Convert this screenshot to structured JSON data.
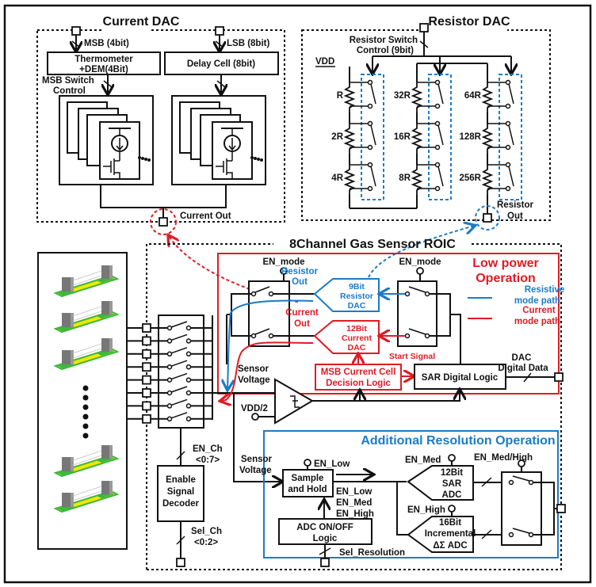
{
  "current_dac": {
    "title": "Current DAC",
    "msb_label": "MSB (4bit)",
    "lsb_label": "LSB (8bit)",
    "thermometer_line1": "Thermometer",
    "thermometer_line2": "+DEM(4Bit)",
    "delay_cell": "Delay Cell (8bit)",
    "msb_switch_line1": "MSB Switch",
    "msb_switch_line2": "Control",
    "output_label": "Current Out"
  },
  "resistor_dac": {
    "title": "Resistor DAC",
    "control_line1": "Resistor Switch",
    "control_line2": "Control (9bit)",
    "vdd": "VDD",
    "resistors": [
      "R",
      "2R",
      "4R",
      "32R",
      "16R",
      "8R",
      "64R",
      "128R",
      "256R"
    ],
    "output_line1": "Resistor",
    "output_line2": "Out"
  },
  "roic": {
    "title": "8Channel Gas Sensor ROIC",
    "low_power": {
      "title_line1": "Low power",
      "title_line2": "Operation",
      "en_mode_left": "EN_mode",
      "en_mode_right": "EN_mode",
      "resistor_out_line1": "Resistor",
      "resistor_out_line2": "Out",
      "current_out_line1": "Current",
      "current_out_line2": "Out",
      "resistor_dac_line1": "9Bit",
      "resistor_dac_line2": "Resistor",
      "resistor_dac_line3": "DAC",
      "current_dac_line1": "12Bit",
      "current_dac_line2": "Current",
      "current_dac_line3": "DAC",
      "legend_resistive_line1": "Resistive",
      "legend_resistive_line2": "mode path",
      "legend_current_line1": "Current",
      "legend_current_line2": "mode path",
      "start_signal": "Start Signal",
      "msb_decision_line1": "MSB Current Cell",
      "msb_decision_line2": "Decision Logic",
      "sar_logic": "SAR Digital Logic",
      "dac_data_line1": "DAC",
      "dac_data_line2": "Digital Data",
      "sensor_voltage_line1": "Sensor",
      "sensor_voltage_line2": "Voltage",
      "vdd_half": "VDD/2"
    },
    "additional": {
      "title": "Additional Resolution Operation",
      "sensor_voltage_line1": "Sensor",
      "sensor_voltage_line2": "Voltage",
      "en_low": "EN_Low",
      "sample_hold_line1": "Sample",
      "sample_hold_line2": "and Hold",
      "en_list": [
        "EN_Low",
        "EN_Med",
        "EN_High"
      ],
      "adc_logic_line1": "ADC ON/OFF",
      "adc_logic_line2": "Logic",
      "sel_resolution": "Sel_Resolution",
      "en_med": "EN_Med",
      "en_high": "EN_High",
      "en_med_high": "EN_Med/High",
      "sar_adc_line1": "12Bit",
      "sar_adc_line2": "SAR",
      "sar_adc_line3": "ADC",
      "inc_adc_line1": "16Bit",
      "inc_adc_line2": "Incremental",
      "inc_adc_line3": "ΔΣ ADC"
    },
    "decoder": {
      "en_ch_line1": "EN_Ch",
      "en_ch_line2": "<0:7>",
      "label_line1": "Enable",
      "label_line2": "Signal",
      "label_line3": "Decoder",
      "sel_ch_line1": "Sel_Ch",
      "sel_ch_line2": "<0:2>"
    }
  },
  "sensor_array": {
    "visible_sensors": 5,
    "channels": 8
  },
  "colors": {
    "low_power": "#e01b24",
    "additional": "#1b7bc8",
    "sensor_yellow": "#f2e600",
    "sensor_green": "#3cb83c"
  }
}
